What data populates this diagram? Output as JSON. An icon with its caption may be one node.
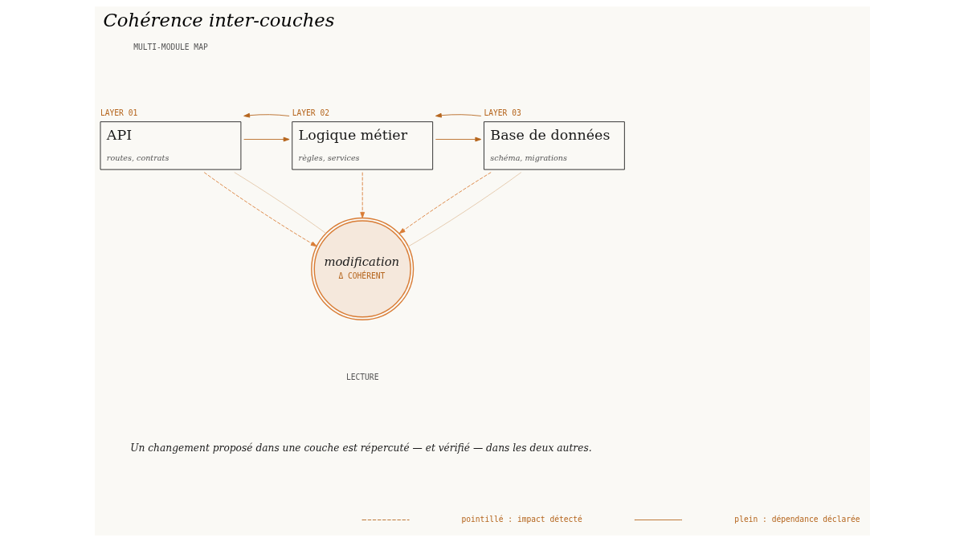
{
  "diagram": {
    "title": "Cohérence inter-couches",
    "nodes": [
      {
        "text": [
          "API",
          "routes, contrats"
        ],
        "beside": [
          "LAYER 01"
        ]
      },
      {
        "text": [
          "Logique métier",
          "règles, services"
        ],
        "beside": [
          "LAYER 02"
        ]
      },
      {
        "text": [
          "Base de données",
          "schéma, migrations"
        ],
        "beside": [
          "LAYER 03"
        ]
      },
      {
        "text": [
          "modification",
          "Δ COHÉRENT"
        ]
      }
    ],
    "edges": [
      {
        "from": 0,
        "to": 1,
        "arrow": "to"
      },
      {
        "from": 1,
        "to": 0,
        "arrow": "to"
      },
      {
        "from": 1,
        "to": 2,
        "arrow": "to"
      },
      {
        "from": 2,
        "to": 1,
        "arrow": "to"
      },
      {
        "from": 0,
        "to": 3,
        "arrow": "to",
        "style": "dashed",
        "color": "#d97c35"
      },
      {
        "from": 1,
        "to": 3,
        "arrow": "to",
        "style": "dashed",
        "color": "#d97c35"
      },
      {
        "from": 2,
        "to": 3,
        "arrow": "to",
        "style": "dashed",
        "color": "#d97c35"
      },
      {
        "from": 3,
        "to": 0,
        "arrow": "none",
        "color": "#e2c6a6"
      },
      {
        "from": 3,
        "to": 2,
        "arrow": "none",
        "color": "#e2c6a6"
      }
    ],
    "labels": [
      "MULTI-MODULE MAP",
      "LECTURE",
      "Un changement proposé dans une couche est répercuté — et vérifié — dans les deux autres."
    ],
    "legend": [
      {
        "text": "pointillé : impact détecté"
      },
      {
        "text": "plein : dépendance déclarée"
      }
    ]
  }
}
